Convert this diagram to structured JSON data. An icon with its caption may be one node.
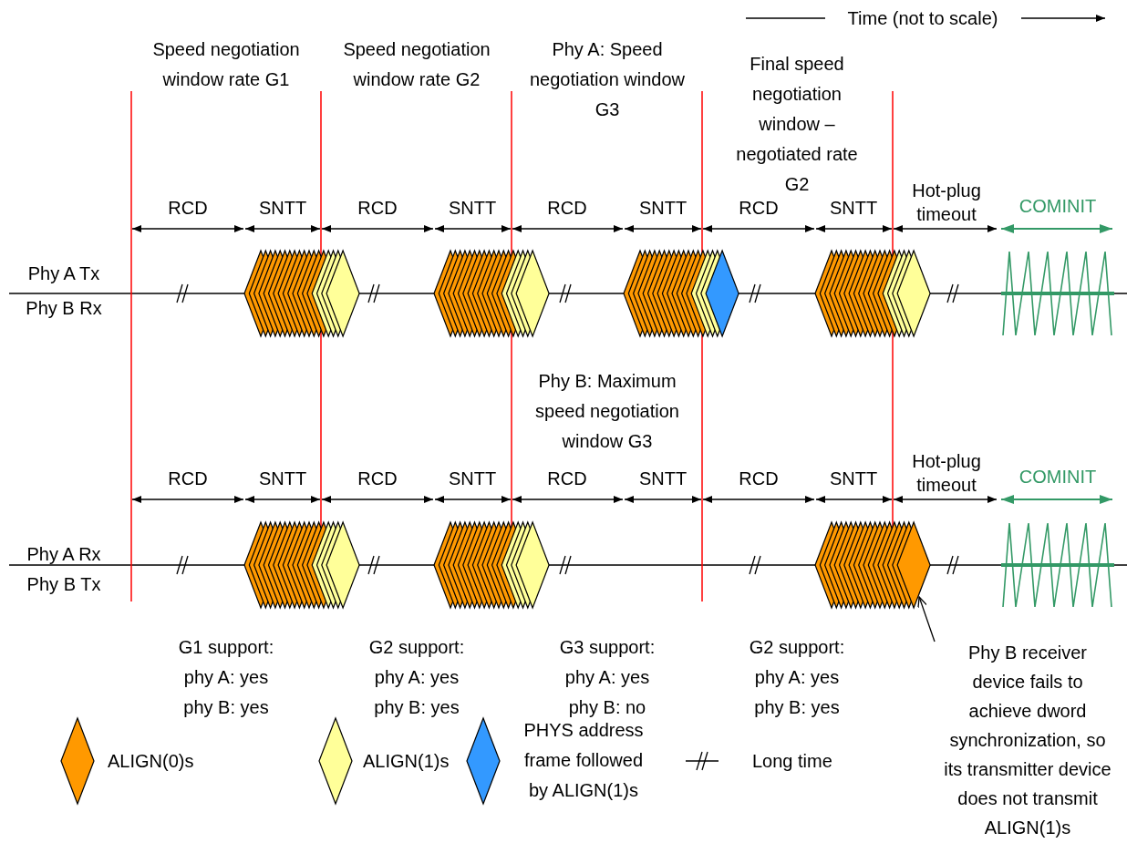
{
  "diagram": {
    "nodes": [
      {
        "text": [],
        "shape": "diamond"
      },
      {
        "text": [
          "Phy B receiver device fails to achieve dword synchronization, so its transmitter device does not transmit ALIGN(1)s"
        ]
      }
    ],
    "edges": [
      {
        "from": 1,
        "to": 0,
        "arrow": "to"
      }
    ],
    "labels": [
      "Time (not to scale)",
      "Speed negotiation window rate G1",
      "Speed negotiation window rate G2",
      "Phy A: Speed negotiation window G3",
      "Final speed negotiation window – negotiated rate G2",
      "RCD",
      "SNTT",
      "RCD",
      "SNTT",
      "RCD",
      "SNTT",
      "RCD",
      "SNTT",
      "Hot-plug timeout",
      "COMINIT",
      "Phy A Tx",
      "Phy B Rx",
      "Phy B: Maximum speed negotiation window G3",
      "RCD",
      "SNTT",
      "RCD",
      "SNTT",
      "RCD",
      "SNTT",
      "RCD",
      "SNTT",
      "Hot-plug timeout",
      "COMINIT",
      "Phy A Rx",
      "Phy B Tx",
      "G1 support: phy A: yes phy B: yes",
      "G2 support: phy A: yes phy B: yes",
      "G3 support: phy A: yes phy B: no",
      "G2 support: phy A: yes phy B: yes"
    ],
    "legend": [
      {
        "text": "ALIGN(0)s",
        "color": "#ff9900"
      },
      {
        "text": "ALIGN(1)s",
        "color": "#ffff99"
      },
      {
        "text": "PHYS address frame followed by ALIGN(1)s",
        "color": "#3399ff"
      },
      {
        "text": "Long time"
      }
    ]
  }
}
